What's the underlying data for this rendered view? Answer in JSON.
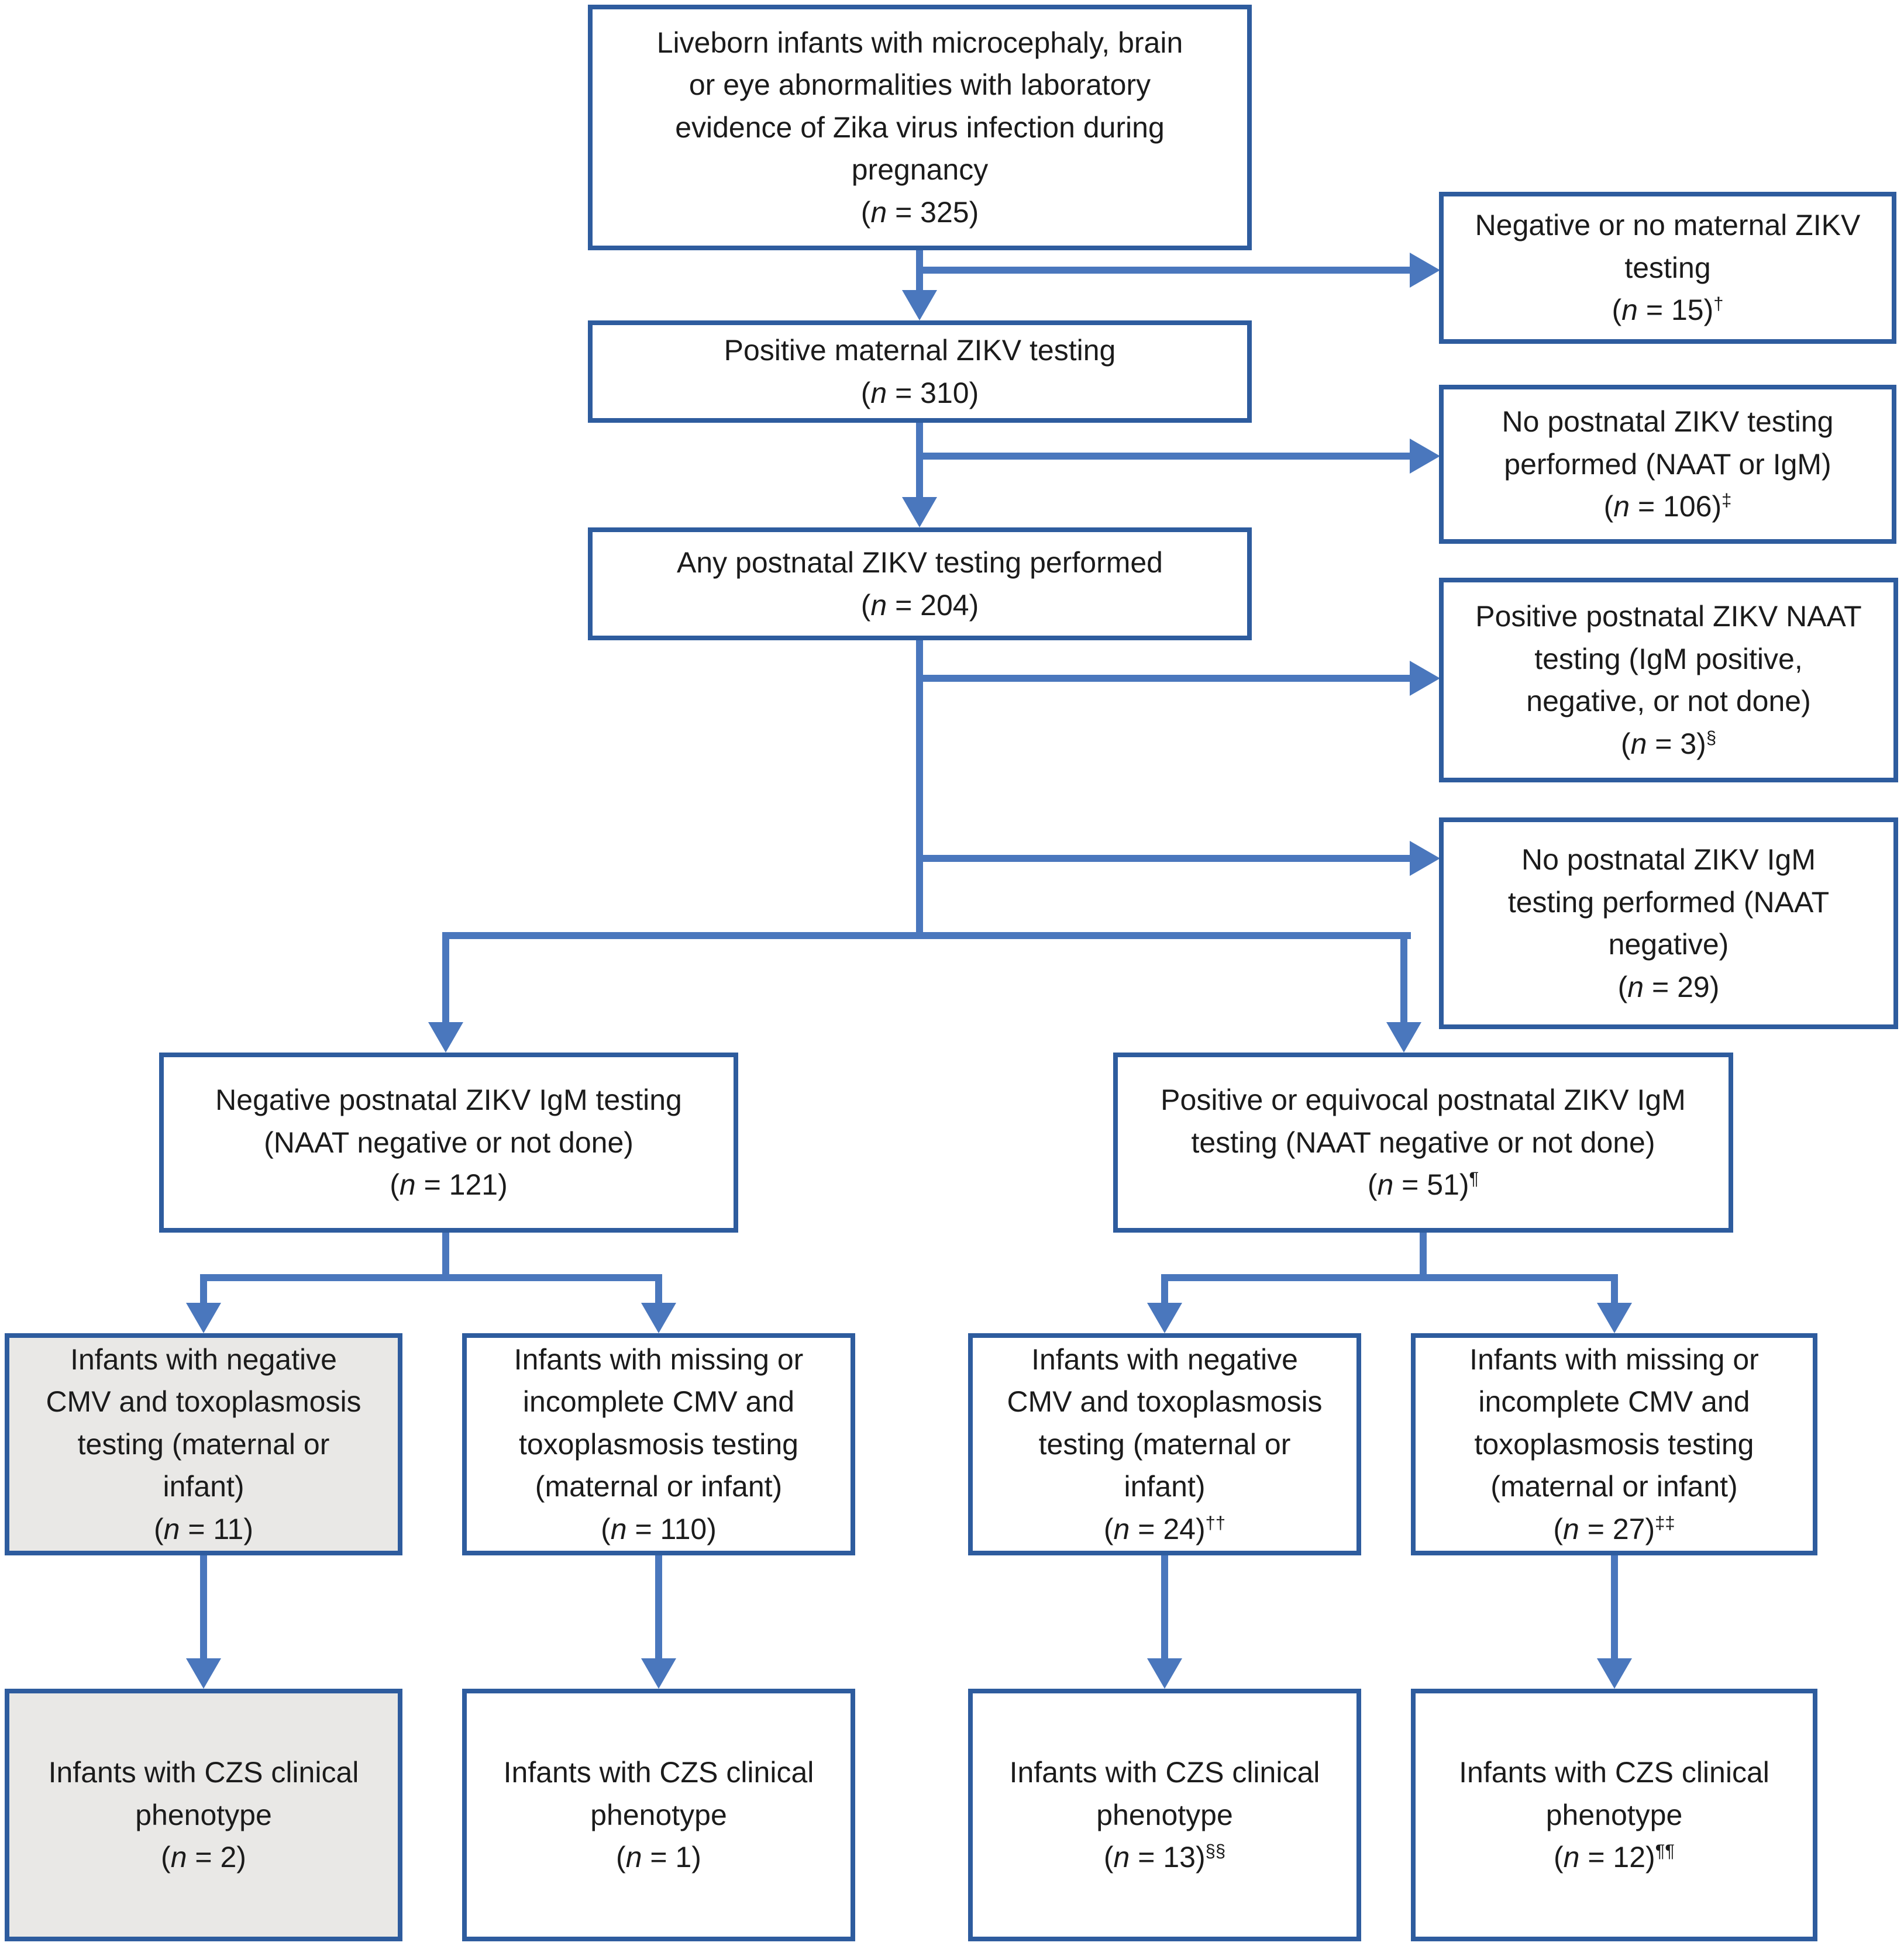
{
  "colors": {
    "box_border": "#2e5c9e",
    "connector_line": "#4a77bd",
    "shaded_box_fill": "#e9e8e6",
    "text": "#1b1b1b",
    "background": "#ffffff"
  },
  "boxes": [
    {
      "id": "liveborn-infants",
      "shaded": false,
      "lines": [
        "Liveborn infants with microcephaly, brain",
        "or eye abnormalities with laboratory",
        "evidence of Zika virus infection during",
        "pregnancy"
      ],
      "count_open": "(",
      "count_n": "n",
      "count_rest": " = 325)",
      "footnote": ""
    },
    {
      "id": "negative-no-maternal-testing",
      "shaded": false,
      "lines": [
        "Negative or no maternal ZIKV",
        "testing"
      ],
      "count_open": "(",
      "count_n": "n",
      "count_rest": " = 15)",
      "footnote": "†"
    },
    {
      "id": "positive-maternal-testing",
      "shaded": false,
      "lines": [
        "Positive maternal ZIKV testing"
      ],
      "count_open": "(",
      "count_n": "n",
      "count_rest": " = 310)",
      "footnote": ""
    },
    {
      "id": "no-postnatal-testing",
      "shaded": false,
      "lines": [
        "No postnatal ZIKV testing",
        "performed (NAAT or IgM)"
      ],
      "count_open": "(",
      "count_n": "n",
      "count_rest": " = 106)",
      "footnote": "‡"
    },
    {
      "id": "any-postnatal-testing",
      "shaded": false,
      "lines": [
        "Any postnatal ZIKV testing performed"
      ],
      "count_open": "(",
      "count_n": "n",
      "count_rest": " = 204)",
      "footnote": ""
    },
    {
      "id": "positive-postnatal-naat",
      "shaded": false,
      "lines": [
        "Positive postnatal ZIKV NAAT",
        "testing (IgM positive,",
        "negative, or not done)"
      ],
      "count_open": "(",
      "count_n": "n",
      "count_rest": " = 3)",
      "footnote": "§"
    },
    {
      "id": "no-postnatal-igm",
      "shaded": false,
      "lines": [
        "No postnatal ZIKV IgM",
        "testing performed (NAAT",
        "negative)"
      ],
      "count_open": "(",
      "count_n": "n",
      "count_rest": " = 29)",
      "footnote": ""
    },
    {
      "id": "negative-postnatal-igm",
      "shaded": false,
      "lines": [
        "Negative postnatal ZIKV IgM testing",
        "(NAAT negative or not done)"
      ],
      "count_open": "(",
      "count_n": "n",
      "count_rest": " = 121)",
      "footnote": ""
    },
    {
      "id": "positive-equivocal-postnatal-igm",
      "shaded": false,
      "lines": [
        "Positive or equivocal postnatal ZIKV IgM",
        "testing (NAAT negative or not done)"
      ],
      "count_open": "(",
      "count_n": "n",
      "count_rest": " = 51)",
      "footnote": "¶"
    },
    {
      "id": "negative-cmv-toxo-left",
      "shaded": true,
      "lines": [
        "Infants with negative",
        "CMV and toxoplasmosis",
        "testing (maternal or",
        "infant)"
      ],
      "count_open": "(",
      "count_n": "n",
      "count_rest": " = 11)",
      "footnote": ""
    },
    {
      "id": "missing-cmv-toxo-left",
      "shaded": false,
      "lines": [
        "Infants with missing or",
        "incomplete CMV and",
        "toxoplasmosis testing",
        "(maternal or infant)"
      ],
      "count_open": "(",
      "count_n": "n",
      "count_rest": " = 110)",
      "footnote": ""
    },
    {
      "id": "negative-cmv-toxo-right",
      "shaded": false,
      "lines": [
        "Infants with negative",
        "CMV and toxoplasmosis",
        "testing (maternal or",
        "infant)"
      ],
      "count_open": "(",
      "count_n": "n",
      "count_rest": " = 24)",
      "footnote": "††"
    },
    {
      "id": "missing-cmv-toxo-right",
      "shaded": false,
      "lines": [
        "Infants with missing or",
        "incomplete CMV and",
        "toxoplasmosis testing",
        "(maternal or infant)"
      ],
      "count_open": "(",
      "count_n": "n",
      "count_rest": " = 27)",
      "footnote": "‡‡"
    },
    {
      "id": "czs-phenotype-1",
      "shaded": true,
      "lines": [
        "Infants with CZS clinical",
        "phenotype"
      ],
      "count_open": "(",
      "count_n": "n",
      "count_rest": " = 2)",
      "footnote": ""
    },
    {
      "id": "czs-phenotype-2",
      "shaded": false,
      "lines": [
        "Infants with CZS clinical",
        "phenotype"
      ],
      "count_open": "(",
      "count_n": "n",
      "count_rest": " = 1)",
      "footnote": ""
    },
    {
      "id": "czs-phenotype-3",
      "shaded": false,
      "lines": [
        "Infants with CZS clinical",
        "phenotype"
      ],
      "count_open": "(",
      "count_n": "n",
      "count_rest": " = 13)",
      "footnote": "§§"
    },
    {
      "id": "czs-phenotype-4",
      "shaded": false,
      "lines": [
        "Infants with CZS clinical",
        "phenotype"
      ],
      "count_open": "(",
      "count_n": "n",
      "count_rest": " = 12)",
      "footnote": "¶¶"
    }
  ]
}
